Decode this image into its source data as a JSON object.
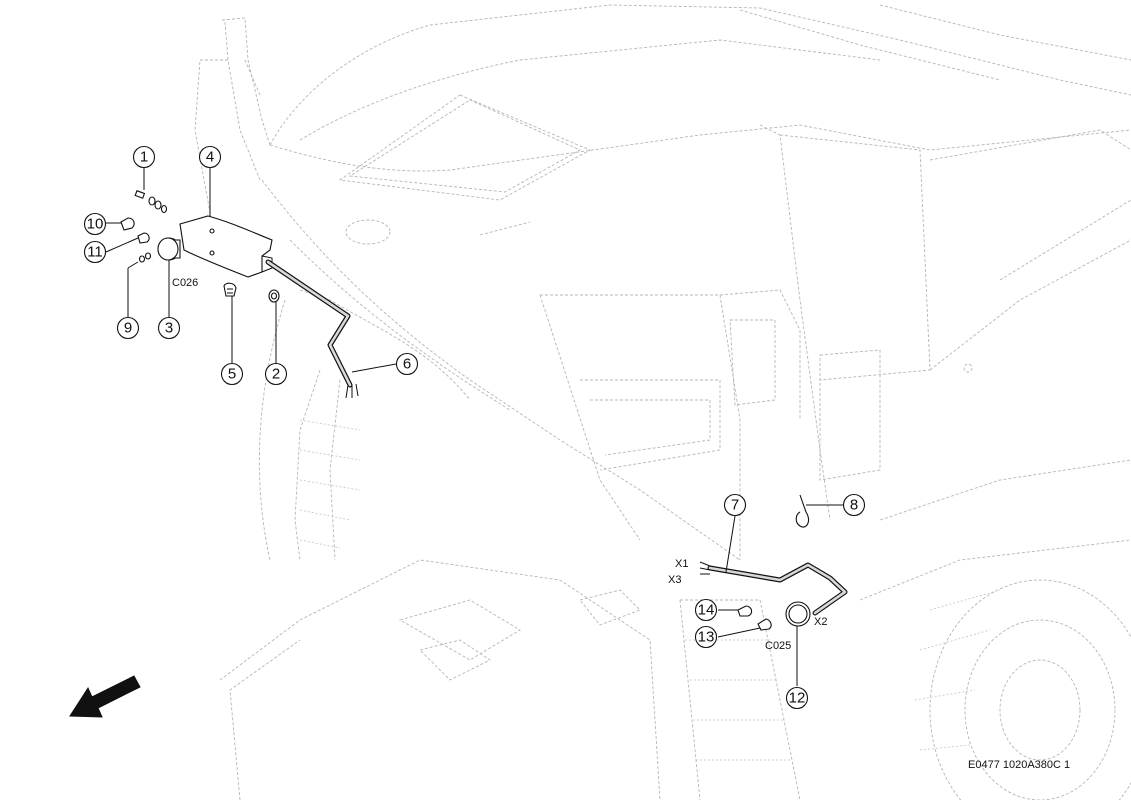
{
  "callouts": [
    {
      "number": "1"
    },
    {
      "number": "2"
    },
    {
      "number": "3"
    },
    {
      "number": "4"
    },
    {
      "number": "5"
    },
    {
      "number": "6"
    },
    {
      "number": "7"
    },
    {
      "number": "8"
    },
    {
      "number": "9"
    },
    {
      "number": "10"
    },
    {
      "number": "11"
    },
    {
      "number": "12"
    },
    {
      "number": "13"
    },
    {
      "number": "14"
    }
  ],
  "connector_labels": {
    "c026": "C026",
    "c025": "C025",
    "x1": "X1",
    "x2": "X2",
    "x3": "X3"
  },
  "drawing_code": "E0477 1020A380C 1",
  "icons": {
    "direction_arrow": "direction-arrow-icon"
  }
}
